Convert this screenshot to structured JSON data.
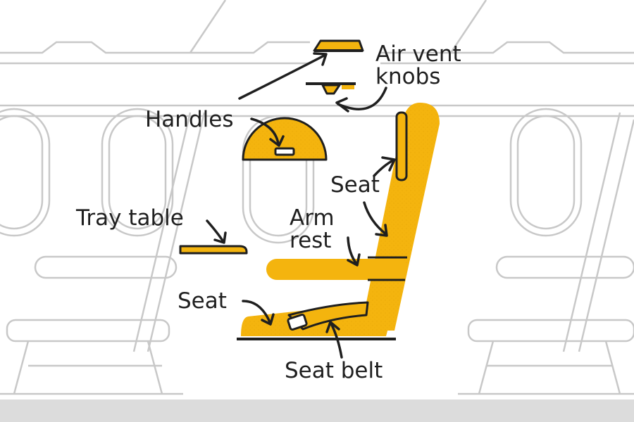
{
  "labels": {
    "air_vent": "Air vent",
    "knobs": "knobs",
    "handles": "Handles",
    "seat_back": "Seat",
    "arm": "Arm",
    "rest": "rest",
    "tray_table": "Tray table",
    "seat_cushion": "Seat",
    "seat_belt": "Seat belt"
  },
  "colors": {
    "accent": "#F4B40E",
    "outline": "#1f1f1f",
    "background_lines": "#c8c8c8",
    "floor": "#dcdcdc"
  }
}
